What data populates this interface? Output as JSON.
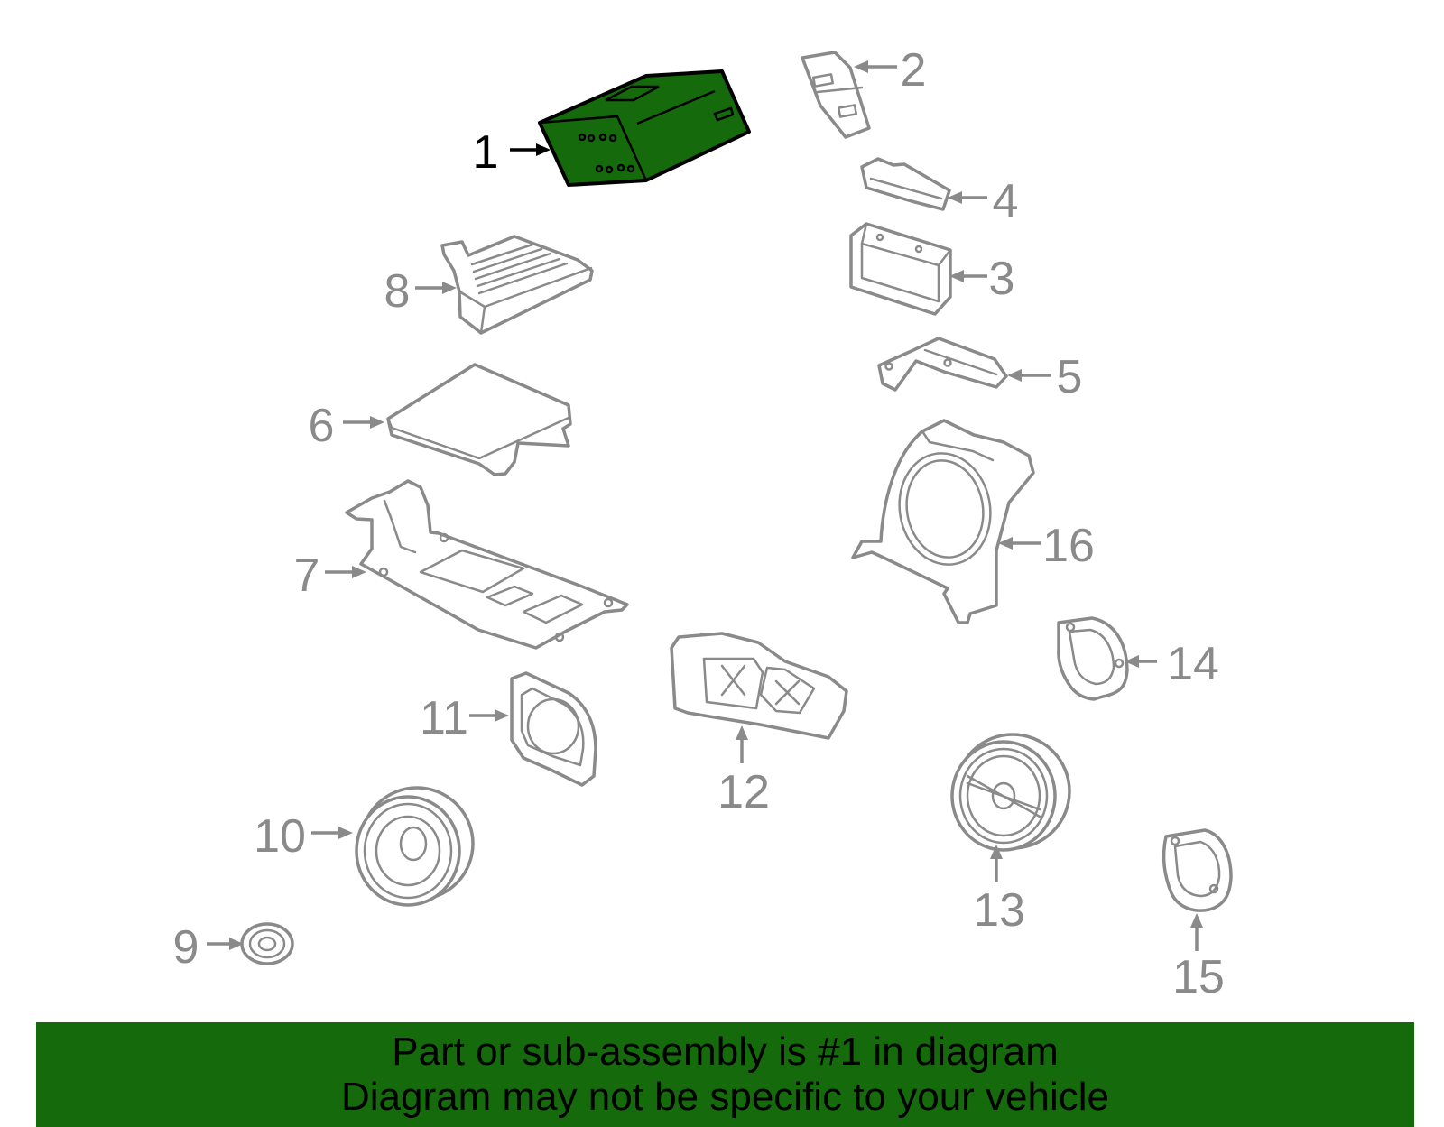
{
  "callouts": [
    {
      "id": "1",
      "label": "1",
      "highlighted": true
    },
    {
      "id": "2",
      "label": "2"
    },
    {
      "id": "3",
      "label": "3"
    },
    {
      "id": "4",
      "label": "4"
    },
    {
      "id": "5",
      "label": "5"
    },
    {
      "id": "6",
      "label": "6"
    },
    {
      "id": "7",
      "label": "7"
    },
    {
      "id": "8",
      "label": "8"
    },
    {
      "id": "9",
      "label": "9"
    },
    {
      "id": "10",
      "label": "10"
    },
    {
      "id": "11",
      "label": "11"
    },
    {
      "id": "12",
      "label": "12"
    },
    {
      "id": "13",
      "label": "13"
    },
    {
      "id": "14",
      "label": "14"
    },
    {
      "id": "15",
      "label": "15"
    },
    {
      "id": "16",
      "label": "16"
    }
  ],
  "banner": {
    "line1": "Part or sub-assembly is #1 in diagram",
    "line2": "Diagram may not be specific to your vehicle"
  },
  "colors": {
    "highlight": "#156b0c",
    "line": "#8a8a8a",
    "banner": "#156b0c"
  }
}
